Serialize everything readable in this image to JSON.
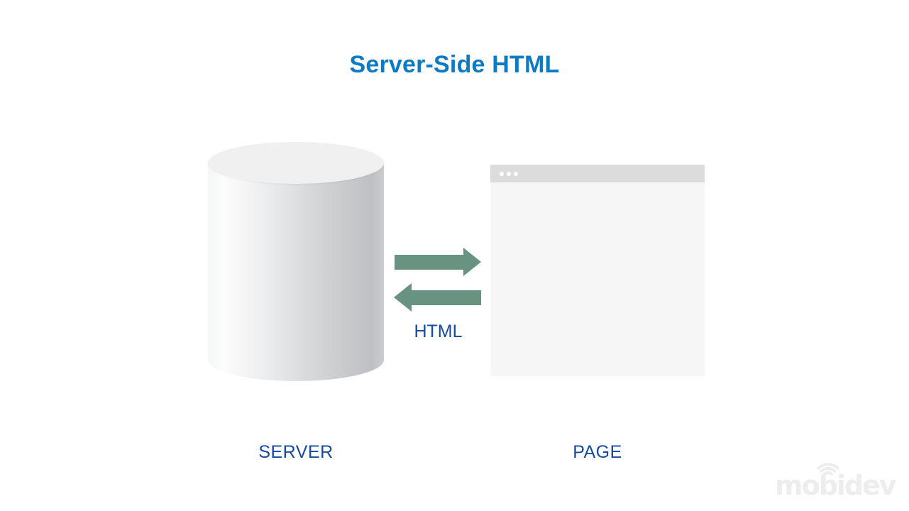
{
  "page": {
    "title": "Server-Side HTML"
  },
  "diagram": {
    "server": {
      "label": "SERVER"
    },
    "page_window": {
      "label": "PAGE"
    },
    "exchange": {
      "label": "HTML"
    }
  },
  "watermark": {
    "brand": "mobidev"
  },
  "colors": {
    "title_blue": "#0e7ac3",
    "label_navy": "#17499e",
    "arrow_green": "#689380",
    "window_header_gray": "#dcdcdc",
    "window_body_gray": "#f6f6f6",
    "cylinder_top_gray": "#f0f0f1",
    "watermark_gray": "#ededed",
    "background": "#ffffff"
  },
  "icons": {
    "window_dots": "window-dot-icon",
    "arrow_right": "arrow-right-icon",
    "arrow_left": "arrow-left-icon",
    "signal_arcs": "signal-arcs-icon"
  }
}
